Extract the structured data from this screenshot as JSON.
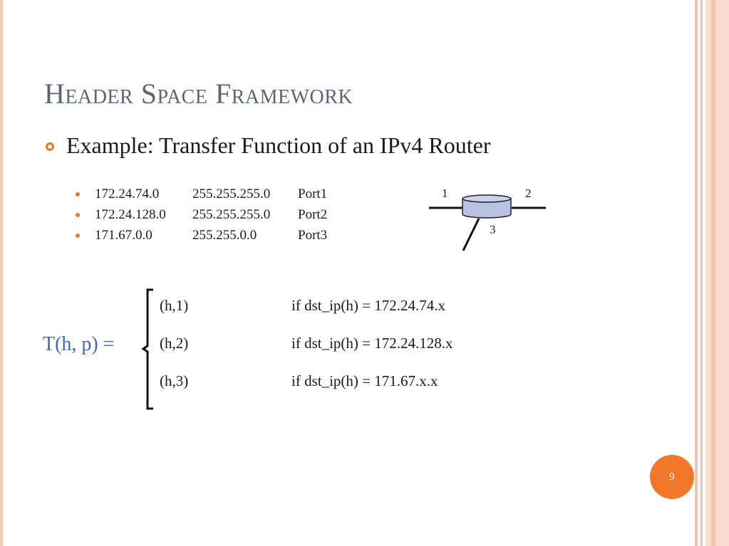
{
  "slide": {
    "title": "Header Space Framework",
    "bullet": "Example: Transfer Function of an IPv4 Router",
    "routes": [
      {
        "prefix": "172.24.74.0",
        "mask": "255.255.255.0",
        "port": "Port1"
      },
      {
        "prefix": "172.24.128.0",
        "mask": "255.255.255.0",
        "port": "Port2"
      },
      {
        "prefix": "171.67.0.0",
        "mask": "255.255.0.0",
        "port": "Port3"
      }
    ],
    "router_ports": [
      "1",
      "2",
      "3"
    ],
    "function_label": "T(h, p) =",
    "cases": [
      {
        "output": "(h,1)",
        "condition": "if dst_ip(h) = 172.24.74.x"
      },
      {
        "output": "(h,2)",
        "condition": "if dst_ip(h) = 172.24.128.x"
      },
      {
        "output": "(h,3)",
        "condition": "if dst_ip(h) = 171.67.x.x"
      }
    ],
    "page_number": "9"
  },
  "colors": {
    "accent": "#f3782a",
    "title": "#5b6673",
    "function_label": "#3f6ab3",
    "router_body": "#b7c3e0"
  }
}
